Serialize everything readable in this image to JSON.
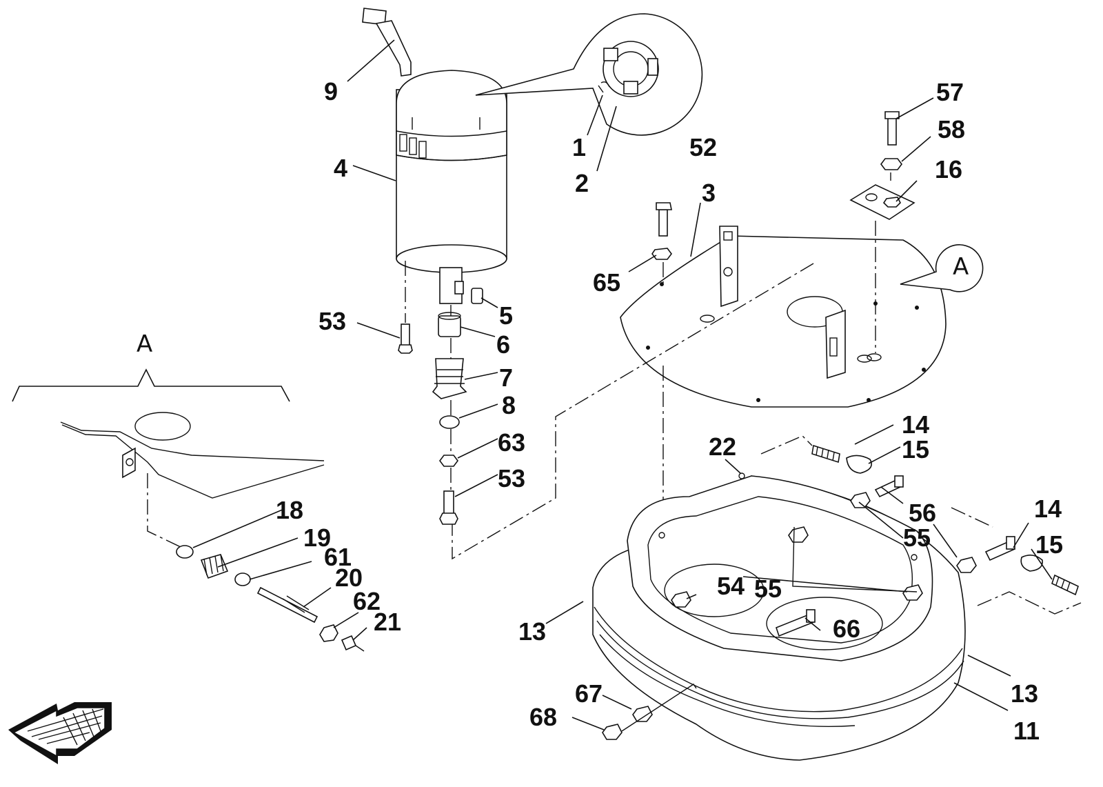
{
  "diagram": {
    "parts": [
      {
        "label": "9"
      },
      {
        "label": "4"
      },
      {
        "label": "1"
      },
      {
        "label": "2"
      },
      {
        "label": "52"
      },
      {
        "label": "3"
      },
      {
        "label": "57"
      },
      {
        "label": "58"
      },
      {
        "label": "16"
      },
      {
        "label": "65"
      },
      {
        "label": "53"
      },
      {
        "label": "5"
      },
      {
        "label": "6"
      },
      {
        "label": "7"
      },
      {
        "label": "8"
      },
      {
        "label": "63"
      },
      {
        "label": "53"
      },
      {
        "label": "18"
      },
      {
        "label": "19"
      },
      {
        "label": "61"
      },
      {
        "label": "20"
      },
      {
        "label": "62"
      },
      {
        "label": "21"
      },
      {
        "label": "22"
      },
      {
        "label": "14"
      },
      {
        "label": "15"
      },
      {
        "label": "56"
      },
      {
        "label": "55"
      },
      {
        "label": "14"
      },
      {
        "label": "15"
      },
      {
        "label": "54"
      },
      {
        "label": "55"
      },
      {
        "label": "66"
      },
      {
        "label": "13"
      },
      {
        "label": "13"
      },
      {
        "label": "67"
      },
      {
        "label": "68"
      },
      {
        "label": "11"
      }
    ],
    "detail_marks": [
      {
        "letter": "A"
      },
      {
        "letter": "A"
      }
    ]
  }
}
